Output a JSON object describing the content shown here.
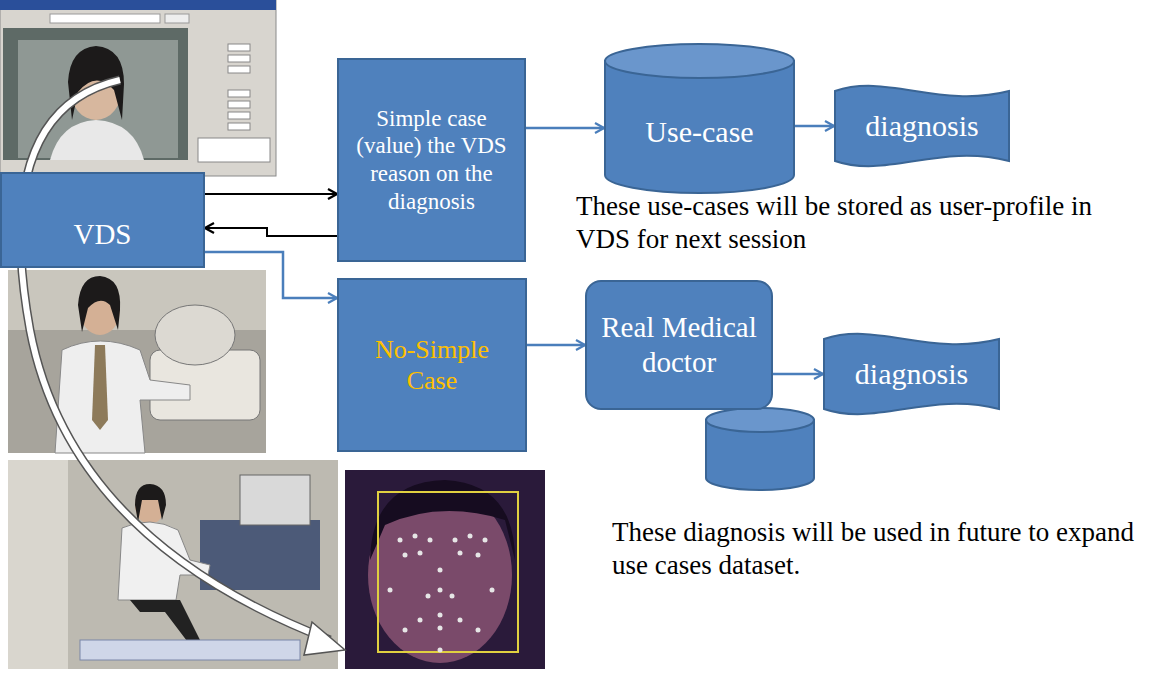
{
  "diagram": {
    "nodes": [
      {
        "text": [
          "VDS"
        ]
      },
      {
        "text": [
          "Simple case (value) the VDS reason on the diagnosis"
        ]
      },
      {
        "text": [
          "Use-case"
        ]
      },
      {
        "text": [
          "diagnosis"
        ]
      },
      {
        "text": [
          "No-Simple Case"
        ]
      },
      {
        "text": [
          "Real Medical doctor"
        ]
      },
      {
        "text": [
          "diagnosis"
        ]
      }
    ],
    "edges": [
      {
        "from": 0,
        "to": 1,
        "arrow": "to"
      },
      {
        "from": 1,
        "to": 0,
        "arrow": "to"
      },
      {
        "from": 1,
        "to": 2,
        "arrow": "to"
      },
      {
        "from": 2,
        "to": 3,
        "arrow": "to"
      },
      {
        "from": 0,
        "to": 4,
        "arrow": "to"
      },
      {
        "from": 4,
        "to": 5,
        "arrow": "to"
      },
      {
        "from": 5,
        "to": 6,
        "arrow": "to"
      }
    ],
    "labels": [
      "These use-cases will be stored as user-profile in VDS for next session",
      "These diagnosis will be used in future to expand use cases dataset."
    ]
  }
}
